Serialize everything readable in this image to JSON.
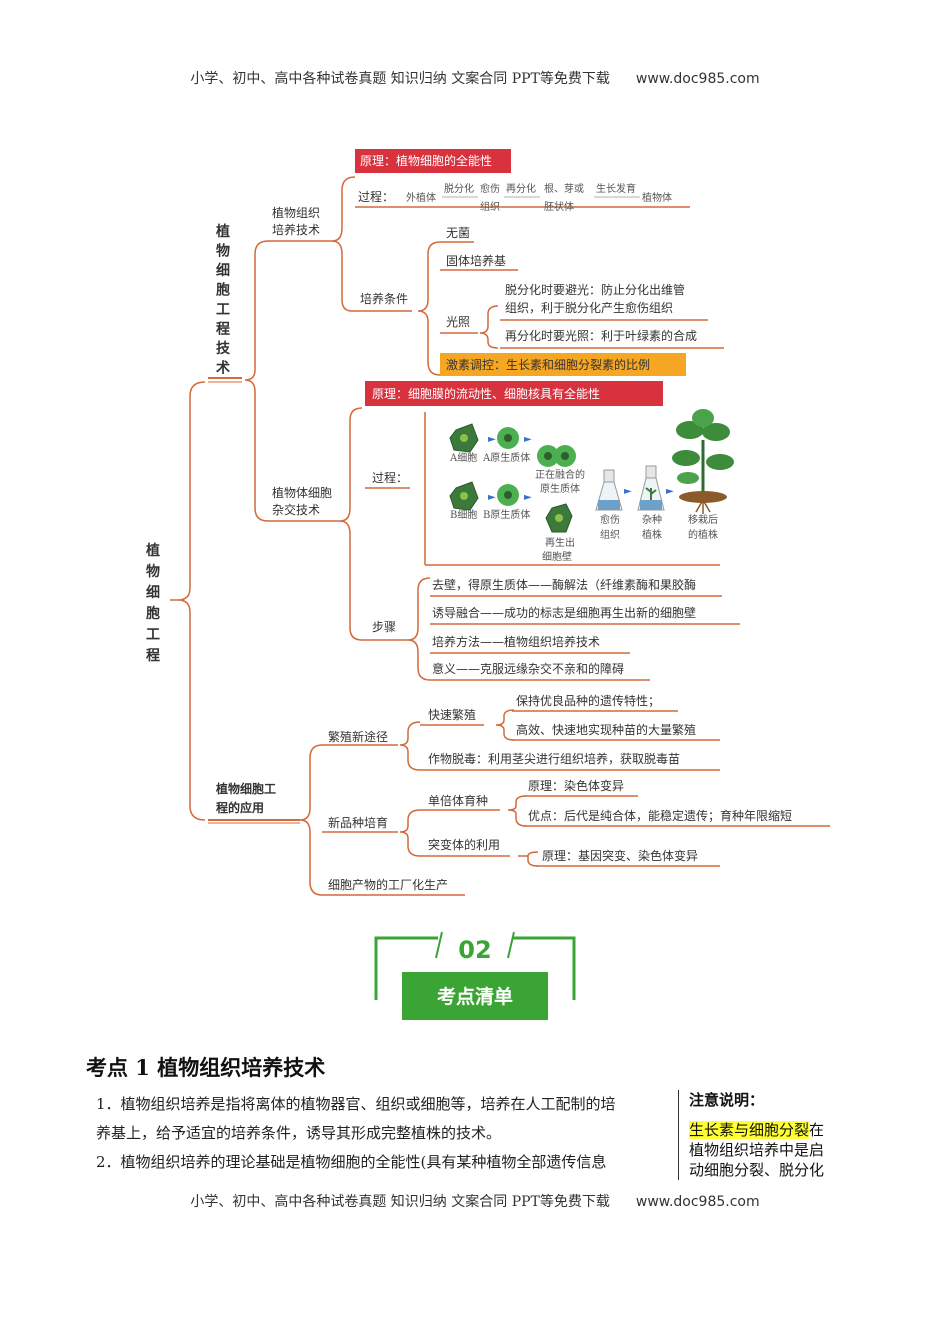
{
  "header": {
    "text": "小学、初中、高中各种试卷真题  知识归纳  文案合同  PPT等免费下载",
    "url": "www.doc985.com"
  },
  "footer": {
    "text": "小学、初中、高中各种试卷真题  知识归纳  文案合同  PPT等免费下载",
    "url": "www.doc985.com"
  },
  "mindmap": {
    "root": "植物细胞工程",
    "branch1": {
      "label": "植物细胞工程技术",
      "tissue_culture": {
        "label1": "植物组织",
        "label2": "培养技术",
        "principle": "原理：植物细胞的全能性",
        "process_label": "过程：",
        "process": {
          "explant": "外植体",
          "step1_top": "脱分化",
          "step2_top": "愈伤",
          "step2_bottom": "组织",
          "step3_top": "再分化",
          "step4_top": "根、芽或",
          "step4_bottom": "胚状体",
          "step5_top": "生长发育",
          "end": "植物体"
        },
        "conditions_label": "培养条件",
        "cond_sterile": "无菌",
        "cond_solid": "固体培养基",
        "cond_light": "光照",
        "light1a": "脱分化时要避光：防止分化出维管",
        "light1b": "组织，利于脱分化产生愈伤组织",
        "light2": "再分化时要光照：利于叶绿素的合成",
        "hormone": "激素调控：生长素和细胞分裂素的比例"
      },
      "hybrid": {
        "label1": "植物体细胞",
        "label2": "杂交技术",
        "principle": "原理：细胞膜的流动性、细胞核具有全能性",
        "process_label": "过程：",
        "fig": {
          "a_cell": "A细胞",
          "a_proto": "A原生质体",
          "b_cell": "B细胞",
          "b_proto": "B原生质体",
          "fusing1": "正在融合的",
          "fusing2": "原生质体",
          "regen1": "再生出",
          "regen2": "细胞壁",
          "callus1": "愈伤",
          "callus2": "组织",
          "hybrid1": "杂种",
          "hybrid2": "植株",
          "trans1": "移栽后",
          "trans2": "的植株"
        },
        "steps_label": "步骤",
        "step1": "去壁，得原生质体——酶解法（纤维素酶和果胶酶",
        "step2": "诱导融合——成功的标志是细胞再生出新的细胞壁",
        "step3": "培养方法——植物组织培养技术",
        "step4": "意义——克服远缘杂交不亲和的障碍"
      }
    },
    "branch2": {
      "label1": "植物细胞工",
      "label2": "程的应用",
      "propagation": "繁殖新途径",
      "rapid": "快速繁殖",
      "rapid1": "保持优良品种的遗传特性；",
      "rapid2": "高效、快速地实现种苗的大量繁殖",
      "detox": "作物脱毒：利用茎尖进行组织培养，获取脱毒苗",
      "new_variety": "新品种培育",
      "haploid": "单倍体育种",
      "haploid_principle": "原理：染色体变异",
      "haploid_adv": "优点：后代是纯合体，能稳定遗传；育种年限缩短",
      "mutant": "突变体的利用",
      "mutant_principle": "原理：基因突变、染色体变异",
      "factory": "细胞产物的工厂化生产"
    }
  },
  "banner": {
    "number": "02",
    "label": "考点清单"
  },
  "section": {
    "title": "考点 1  植物组织培养技术",
    "p1a": "1．植物组织培养是指将离体的植物器官、组织或细胞等，培养在人工配制的培",
    "p1b": "养基上，给予适宜的培养条件，诱导其形成完整植株的技术。",
    "p2": "2．植物组织培养的理论基础是植物细胞的全能性(具有某种植物全部遗传信息"
  },
  "note": {
    "title": "注意说明：",
    "highlight": "生长素与细胞分裂",
    "line1_tail": "在",
    "line2": "植物组织培养中是启",
    "line3": "动细胞分裂、脱分化"
  },
  "colors": {
    "accent_red": "#d8323f",
    "line_orange": "#d4693a",
    "hormone_bg": "#f5a623",
    "banner_green": "#3aa535"
  }
}
